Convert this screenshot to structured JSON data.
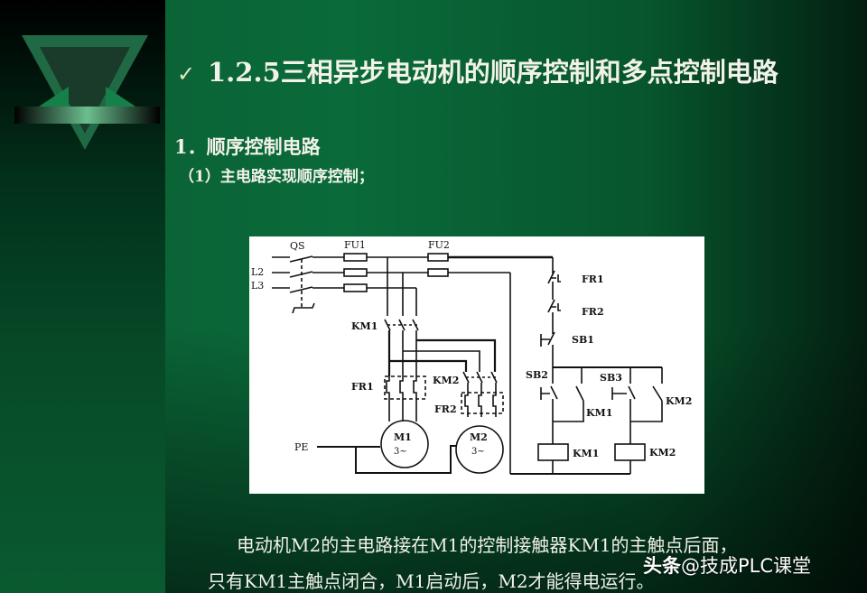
{
  "slide": {
    "title": "1.2.5三相异步电动机的顺序控制和多点控制电路",
    "bullet_icon": "checkmark-arrow-icon",
    "heading": "1．顺序控制电路",
    "subheading": "（1）主电路实现顺序控制；",
    "paragraph_line1": "电动机M2的主电路接在M1的控制接触器KM1的主触点后面，",
    "paragraph_line2": "只有KM1主触点闭合，M1启动后，M2才能得电运行。"
  },
  "diagram": {
    "labels": {
      "qs": "QS",
      "fu1": "FU1",
      "fu2": "FU2",
      "l2": "L2",
      "l3": "L3",
      "km1_main": "KM1",
      "fr1_main": "FR1",
      "km2_main": "KM2",
      "fr2_main": "FR2",
      "m1": "M1",
      "m2": "M2",
      "motor_type": "3~",
      "pe": "PE",
      "fr1_ctrl": "FR1",
      "fr2_ctrl": "FR2",
      "sb1": "SB1",
      "sb2": "SB2",
      "sb3": "SB3",
      "km1_aux": "KM1",
      "km2_aux": "KM2",
      "km1_coil": "KM1",
      "km2_coil": "KM2"
    }
  },
  "watermark": {
    "prefix": "头条",
    "text": "@技成PLC课堂"
  },
  "colors": {
    "background": "#0a6a3a",
    "text": "#f2f2e8"
  }
}
